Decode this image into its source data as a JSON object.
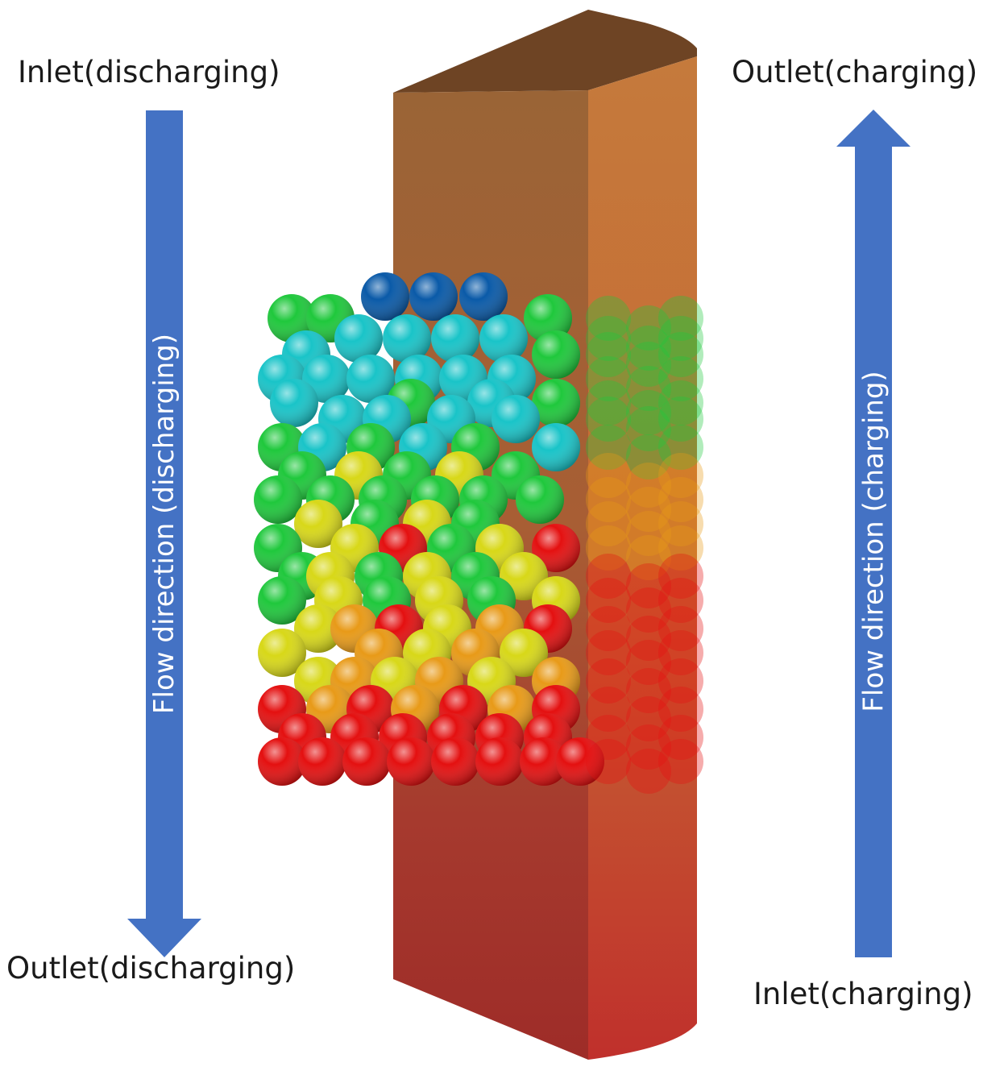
{
  "labels": {
    "left_top": "Inlet(discharging)",
    "left_bottom": "Outlet(discharging)",
    "right_top": "Outlet(charging)",
    "right_bottom": "Inlet(charging)",
    "left_flow": "Flow direction (discharging)",
    "right_flow": "Flow direction (charging)"
  },
  "colors": {
    "arrow": "#4472c4",
    "column_top": "#a86a3a",
    "column_bottom": "#b8352b",
    "sphere_scale": [
      "#0a5aa8",
      "#19c4c8",
      "#1fc83c",
      "#d8d818",
      "#e89a18",
      "#e41010"
    ]
  }
}
